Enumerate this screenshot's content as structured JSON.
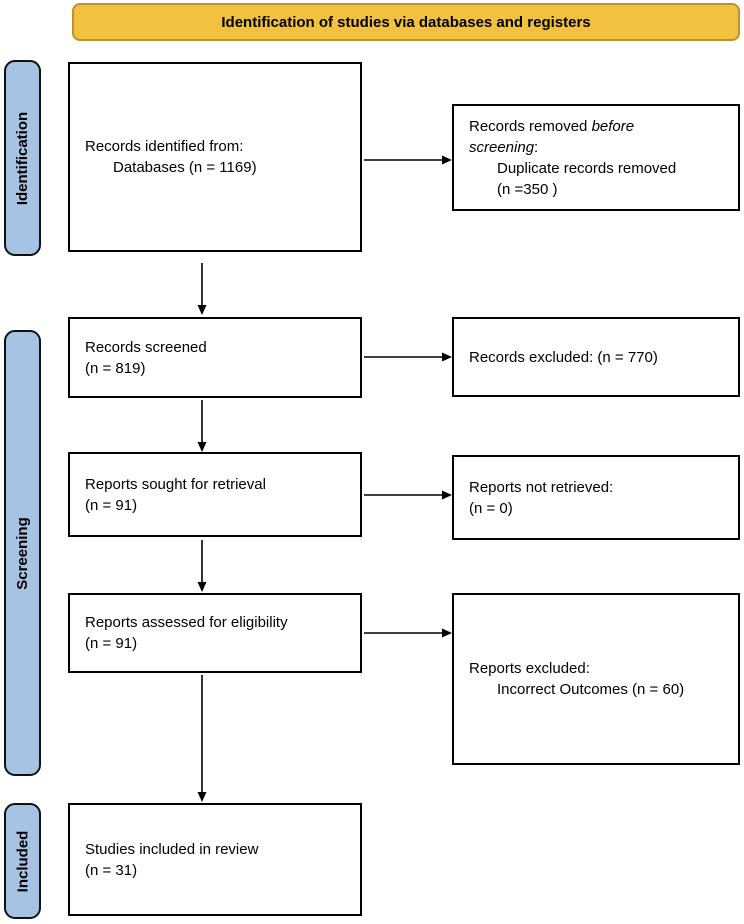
{
  "banner": {
    "label": "Identification of studies via databases and registers"
  },
  "stages": [
    {
      "label": "Identification"
    },
    {
      "label": "Screening"
    },
    {
      "label": "Included"
    }
  ],
  "colors": {
    "banner_bg": "#F2C13F",
    "banner_border": "#BF8F30",
    "stage_bg": "#A7C3E3",
    "box_border": "#000000",
    "arrow": "#000000"
  },
  "boxes": {
    "identified": {
      "line1": "Records identified from:",
      "line2": "Databases (n = 1169)"
    },
    "removed": {
      "line1_text": "Records removed ",
      "line1_italic": "before",
      "line2_italic": "screening",
      "line2_text": ":",
      "line3": "Duplicate records removed",
      "line4": "(n =350 )"
    },
    "screened": {
      "line1": "Records screened",
      "line2": "(n = 819)"
    },
    "records_excluded": {
      "line1": "Records excluded: (n = 770)"
    },
    "sought": {
      "line1": "Reports sought for retrieval",
      "line2": "(n = 91)"
    },
    "not_retrieved": {
      "line1": "Reports not retrieved:",
      "line2": "(n = 0)"
    },
    "assessed": {
      "line1": "Reports assessed for eligibility",
      "line2": "(n = 91)"
    },
    "reports_excluded": {
      "line1": "Reports excluded:",
      "line2": "Incorrect Outcomes (n = 60)"
    },
    "included": {
      "line1": "Studies included in review",
      "line2": "(n = 31)"
    }
  }
}
